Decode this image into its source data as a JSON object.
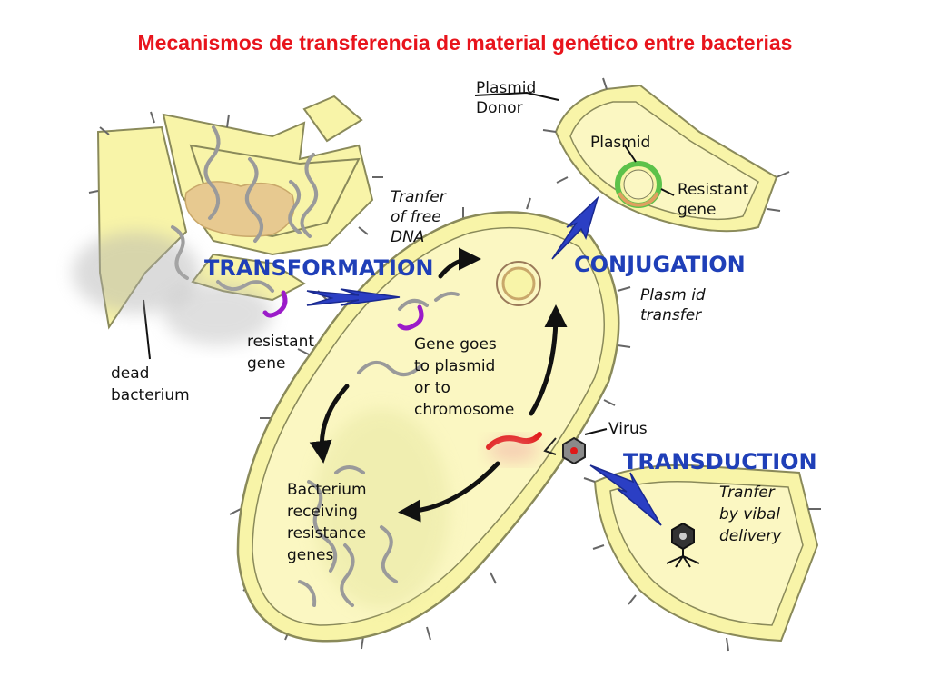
{
  "title": "Mecanismos de transferencia de material genético entre bacterias",
  "headings": {
    "transformation": "TRANSFORMATION",
    "conjugation": "CONJUGATION",
    "transduction": "TRANSDUCTION"
  },
  "labels": {
    "plasmid_donor": [
      "Plasmid",
      "Donor"
    ],
    "plasmid": "Plasmid",
    "resistant_gene_donor": [
      "Resistant",
      "gene"
    ],
    "transfer_free_dna": [
      "Tranfer",
      "of free",
      "DNA"
    ],
    "plasmid_transfer": [
      "Plasm id",
      "transfer"
    ],
    "resistant_gene": [
      "resistant",
      "gene"
    ],
    "dead_bacterium": [
      "dead",
      "bacterium"
    ],
    "gene_goes": [
      "Gene goes",
      "to plasmid",
      "or to",
      "chromosome"
    ],
    "virus": "Virus",
    "transfer_viral": [
      "Tranfer",
      "by vibal",
      "delivery"
    ],
    "bacterium_receiving": [
      "Bacterium",
      "receiving",
      "resistance",
      "genes"
    ]
  },
  "colors": {
    "title": "#e8141c",
    "heading": "#1f3fb8",
    "cell_fill": "#f8f4a8",
    "cell_inner": "#fbf7c2",
    "cell_stroke": "#8a8a5a",
    "dead_tissue": "#e7c990",
    "dna": "#9a9a9a",
    "arrow_blue": "#2b3fc4",
    "resistant_gene": "#9b1bc9",
    "virus_gene": "#e01818",
    "plasmid_green": "#5cc24a"
  }
}
